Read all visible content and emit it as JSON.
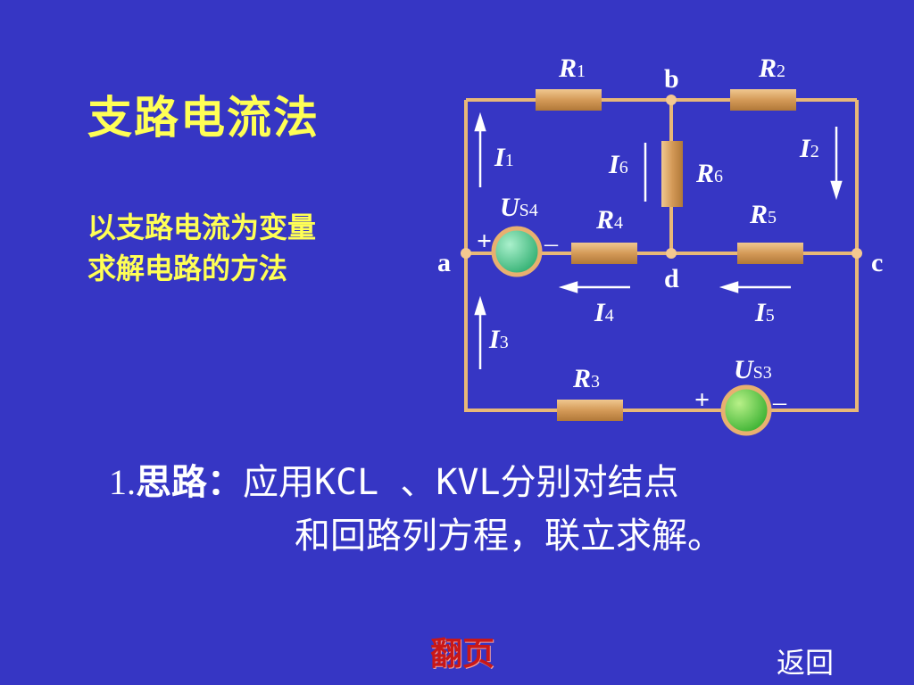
{
  "slide": {
    "title": "支路电流法",
    "subtitle_line1": "以支路电流为变量",
    "subtitle_line2": "求解电路的方法",
    "approach_number": "1.",
    "approach_label": "思路：",
    "approach_line1": "应用KCL 、KVL分别对结点",
    "approach_line2": "和回路列方程，联立求解。"
  },
  "navigation": {
    "next_label": "翻页",
    "back_label": "返回"
  },
  "circuit": {
    "nodes": {
      "a": "a",
      "b": "b",
      "c": "c",
      "d": "d"
    },
    "resistors": [
      {
        "sym": "R",
        "sub": "1"
      },
      {
        "sym": "R",
        "sub": "2"
      },
      {
        "sym": "R",
        "sub": "3"
      },
      {
        "sym": "R",
        "sub": "4"
      },
      {
        "sym": "R",
        "sub": "5"
      },
      {
        "sym": "R",
        "sub": "6"
      }
    ],
    "currents": [
      {
        "sym": "I",
        "sub": "1"
      },
      {
        "sym": "I",
        "sub": "2"
      },
      {
        "sym": "I",
        "sub": "3"
      },
      {
        "sym": "I",
        "sub": "4"
      },
      {
        "sym": "I",
        "sub": "5"
      },
      {
        "sym": "I",
        "sub": "6"
      }
    ],
    "sources": [
      {
        "sym": "U",
        "sub": "S4",
        "plus": "+",
        "minus": "–"
      },
      {
        "sym": "U",
        "sub": "S3",
        "plus": "+",
        "minus": "–"
      }
    ],
    "colors": {
      "wire": "#e8b878",
      "resistor": "#d4a060",
      "source_fill": "#66cc99",
      "source_ring": "#e8b070",
      "label": "#ffffff"
    }
  }
}
